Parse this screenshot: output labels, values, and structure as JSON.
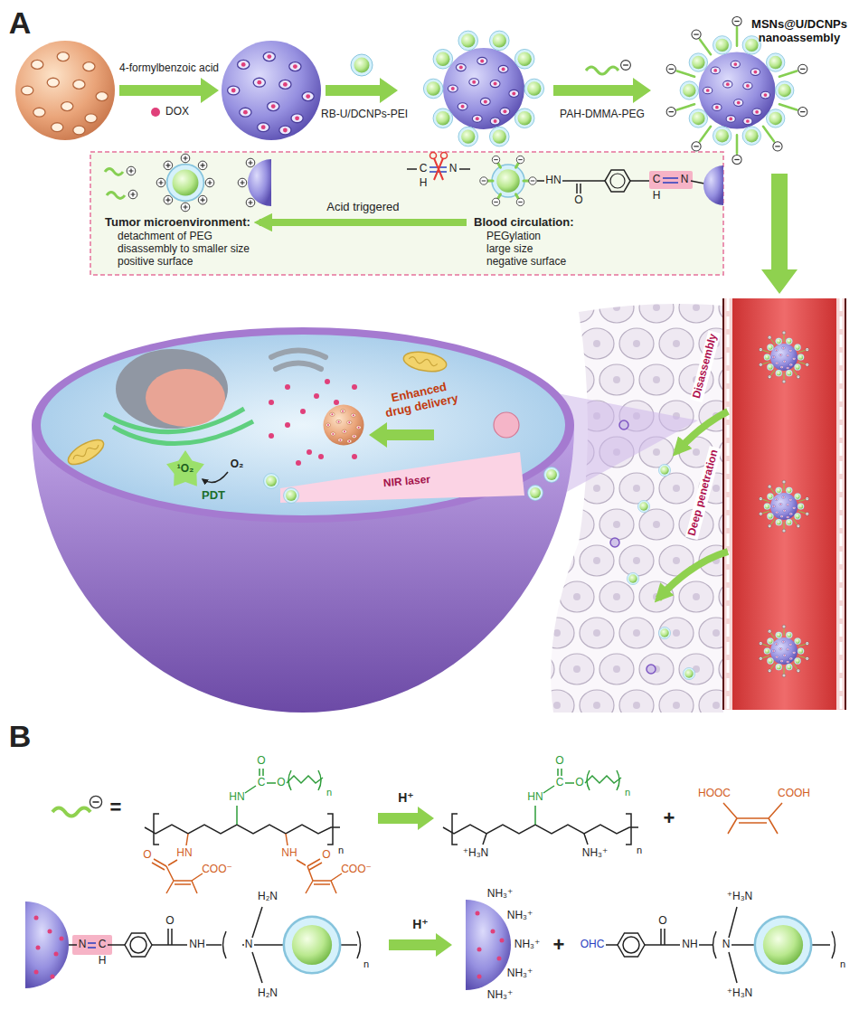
{
  "diagram": {
    "nodes": [
      {
        "text": [
          "Tumor microenvironment:",
          "detachment of PEG",
          "disassembly to smaller size",
          "positive surface"
        ]
      },
      {
        "text": [
          "Blood circulation:",
          "PEGylation",
          "large size",
          "negative surface"
        ]
      }
    ],
    "edges": [
      {
        "from": 1,
        "to": 0,
        "arrow": "to",
        "label": "Acid triggered"
      }
    ],
    "labels": [
      "A",
      "MSNs@U/DCNPs nanoassembly",
      "4-formylbenzoic acid",
      "DOX",
      "RB-U/DCNPs-PEI",
      "PAH-DMMA-PEG",
      "C",
      "N",
      "H",
      "HN",
      "O",
      "C",
      "H",
      "N",
      "Enhanced drug delivery",
      "NIR laser",
      "¹O₂",
      "O₂",
      "PDT",
      "Disassembly",
      "Deep penetration",
      "B",
      "=",
      "HN",
      "O",
      "C",
      "O",
      "n",
      "n",
      "O",
      "HN",
      "COO⁻",
      "O",
      "NH",
      "COO⁻",
      "H⁺",
      "HN",
      "O",
      "C",
      "O",
      "n",
      "n",
      "⁺H₃N",
      "NH₃⁺",
      "+",
      "HOOC",
      "COOH",
      "N",
      "C",
      "H",
      "O",
      "NH",
      "N",
      "H₂N",
      "H₂N",
      "n",
      "H⁺",
      "NH₃⁺",
      "NH₃⁺",
      "NH₃⁺",
      "NH₃⁺",
      "NH₃⁺",
      "+",
      "OHC",
      "O",
      "NH",
      "N",
      "⁺H₃N",
      "⁺H₃N",
      "n"
    ]
  }
}
